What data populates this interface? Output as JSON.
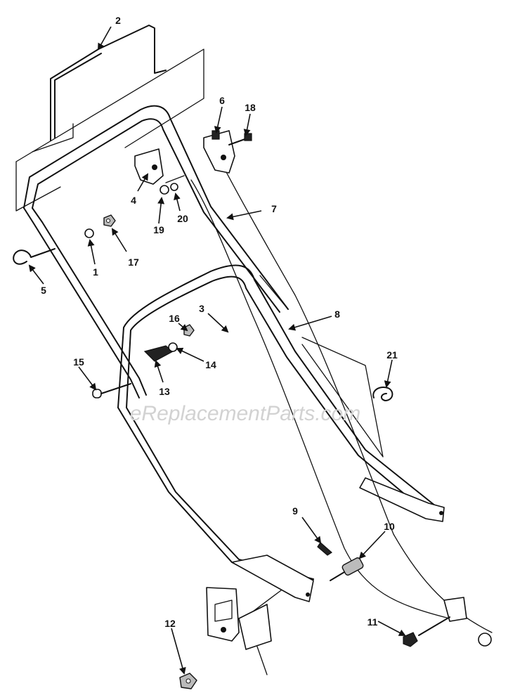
{
  "watermark": "eReplacementParts.com",
  "callouts": {
    "p1": "1",
    "p2": "2",
    "p3": "3",
    "p4": "4",
    "p5": "5",
    "p6": "6",
    "p7": "7",
    "p8": "8",
    "p9": "9",
    "p10": "10",
    "p11": "11",
    "p12": "12",
    "p13": "13",
    "p14": "14",
    "p15": "15",
    "p16": "16",
    "p17": "17",
    "p18": "18",
    "p19": "19",
    "p20": "20",
    "p21": "21"
  }
}
